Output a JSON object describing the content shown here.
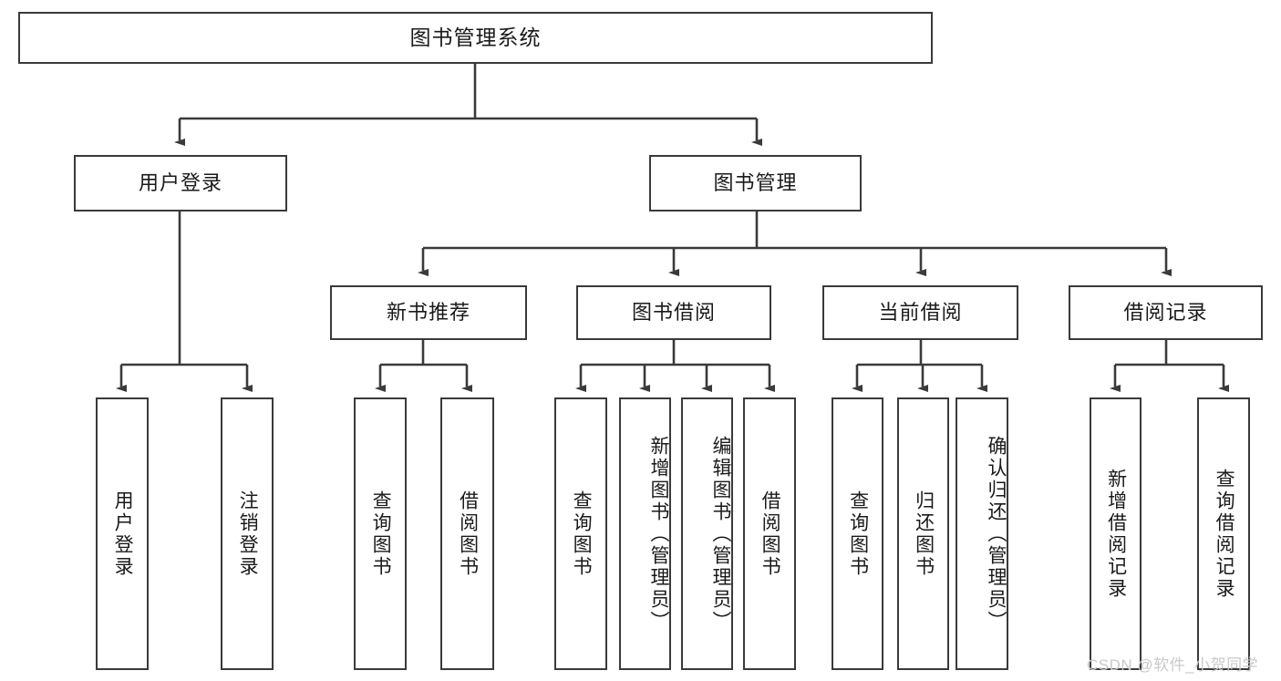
{
  "diagram": {
    "title": "图书管理系统",
    "type": "tree-hierarchy",
    "levels": {
      "root": {
        "label": "图书管理系统"
      },
      "level2": [
        {
          "label": "用户登录"
        },
        {
          "label": "图书管理"
        }
      ],
      "level3": [
        {
          "label": "新书推荐"
        },
        {
          "label": "图书借阅"
        },
        {
          "label": "当前借阅"
        },
        {
          "label": "借阅记录"
        }
      ],
      "leaves": [
        {
          "label": "用户登录"
        },
        {
          "label": "注销登录"
        },
        {
          "label": "查询图书"
        },
        {
          "label": "借阅图书"
        },
        {
          "label": "查询图书"
        },
        {
          "label": "新增图书（管理员）"
        },
        {
          "label": "编辑图书（管理员）"
        },
        {
          "label": "借阅图书"
        },
        {
          "label": "查询图书"
        },
        {
          "label": "归还图书"
        },
        {
          "label": "确认归还（管理员）"
        },
        {
          "label": "新增借阅记录"
        },
        {
          "label": "查询借阅记录"
        }
      ]
    }
  },
  "watermark": {
    "text": "CSDN @软件_小贺同学"
  },
  "colors": {
    "stroke": "#3a3a3a",
    "fill": "#ffffff",
    "text": "#1a1a1a",
    "watermark": "#c9c9c9"
  }
}
